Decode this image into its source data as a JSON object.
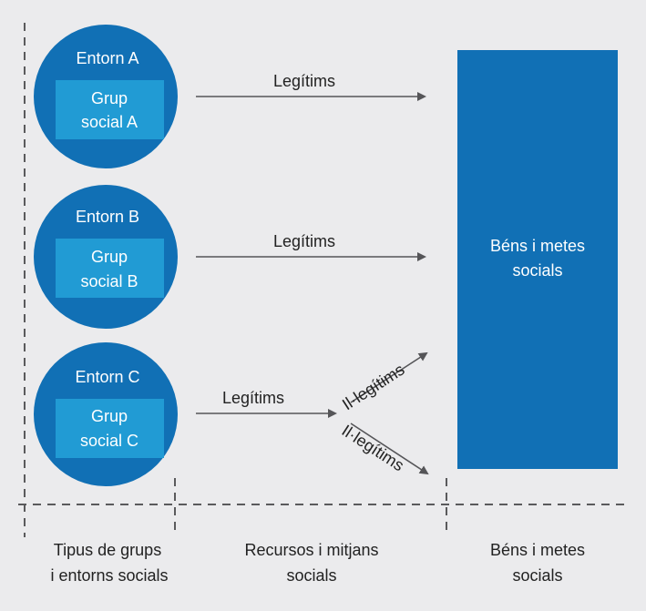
{
  "colors": {
    "background": "#ebebed",
    "circle": "#1170b5",
    "inner_box": "#219bd4",
    "goal_box": "#1170b5",
    "arrow": "#555558",
    "dash": "#5a5a5c",
    "text_dark": "#222222",
    "text_light": "#ffffff"
  },
  "groups": [
    {
      "environment": "Entorn A",
      "group_line1": "Grup",
      "group_line2": "social A",
      "arrow_label": "Legítims"
    },
    {
      "environment": "Entorn B",
      "group_line1": "Grup",
      "group_line2": "social B",
      "arrow_label": "Legítims"
    },
    {
      "environment": "Entorn C",
      "group_line1": "Grup",
      "group_line2": "social C",
      "arrow_label": "Legítims"
    }
  ],
  "branch_labels": {
    "upper": "Il·legítims",
    "lower": "Il·legítims"
  },
  "goal_box": {
    "line1": "Béns i metes",
    "line2": "socials"
  },
  "columns": [
    {
      "line1": "Tipus de grups",
      "line2": "i entorns socials"
    },
    {
      "line1": "Recursos i mitjans",
      "line2": "socials"
    },
    {
      "line1": "Béns i metes",
      "line2": "socials"
    }
  ]
}
